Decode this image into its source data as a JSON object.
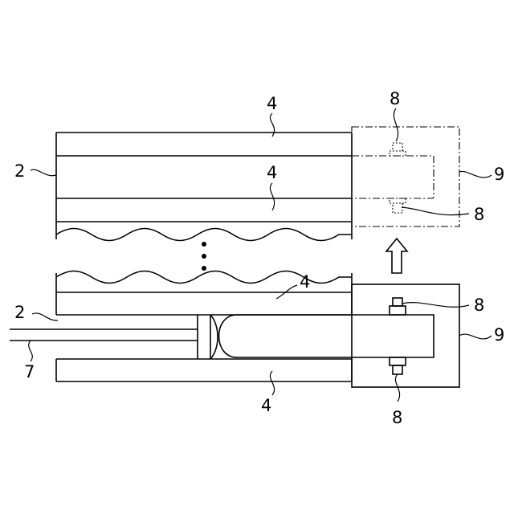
{
  "labels": {
    "ref_2_top": "2",
    "ref_2_bottom": "2",
    "ref_4_a": "4",
    "ref_4_b": "4",
    "ref_4_c": "4",
    "ref_4_d": "4",
    "ref_7": "7",
    "ref_8_a": "8",
    "ref_8_b": "8",
    "ref_8_c": "8",
    "ref_8_d": "8",
    "ref_9_top": "9",
    "ref_9_bottom": "9"
  }
}
